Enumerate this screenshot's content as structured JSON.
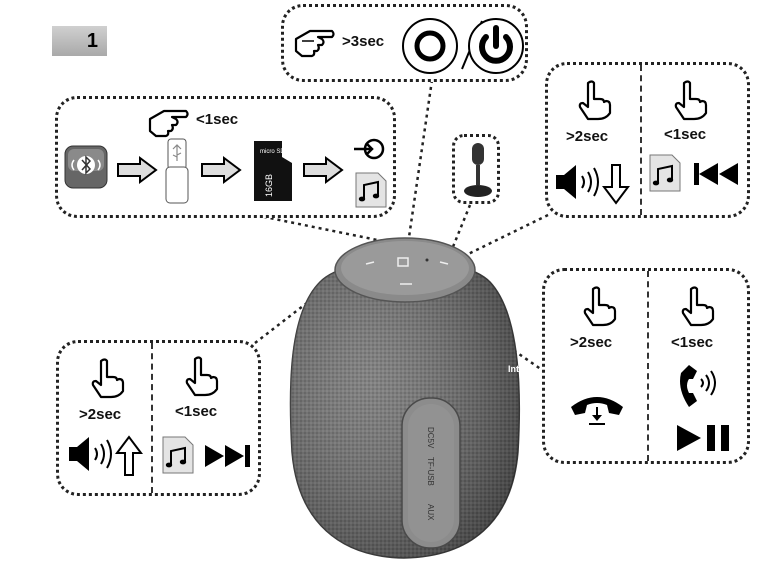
{
  "step_number": "1",
  "power": {
    "duration": ">3sec"
  },
  "mode_switch": {
    "duration": "<1sec",
    "sd_card_label": "16GB",
    "sd_card_brand": "micro SD"
  },
  "volume_down": {
    "duration": ">2sec"
  },
  "previous_track": {
    "duration": "<1sec"
  },
  "volume_up": {
    "duration": ">2sec"
  },
  "next_track": {
    "duration": "<1sec"
  },
  "hang_up": {
    "duration": ">2sec"
  },
  "answer_play": {
    "duration": "<1sec"
  },
  "speaker": {
    "port_labels": [
      "DC5V",
      "TF-USB",
      "AUX"
    ],
    "side_text": "Inte"
  }
}
